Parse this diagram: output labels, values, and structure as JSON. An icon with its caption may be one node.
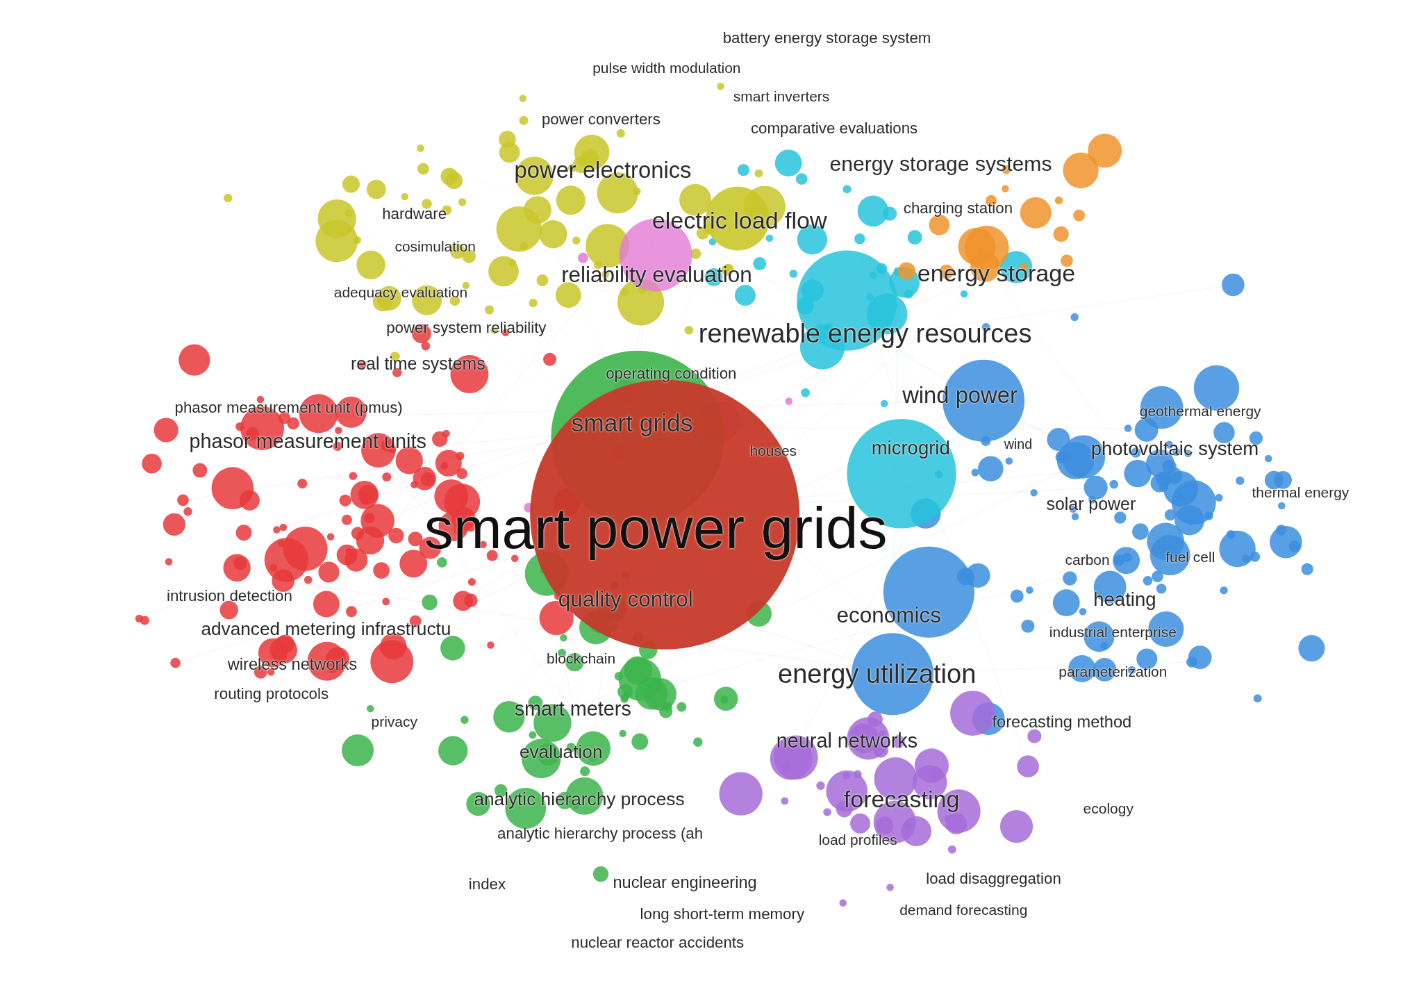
{
  "diagram": {
    "labels": [
      "battery energy storage system",
      "pulse width modulation",
      "smart inverters",
      "power converters",
      "comparative evaluations",
      "power electronics",
      "energy storage systems",
      "hardware",
      "electric load flow",
      "charging station",
      "cosimulation",
      "reliability evaluation",
      "energy storage",
      "adequacy evaluation",
      "power system reliability",
      "renewable energy resources",
      "real time systems",
      "operating condition",
      "wind power",
      "phasor measurement unit (pmus)",
      "geothermal energy",
      "smart grids",
      "phasor measurement units",
      "houses",
      "microgrid",
      "wind",
      "photovoltaic system",
      "thermal energy",
      "solar power",
      "smart power grids",
      "carbon",
      "fuel cell",
      "intrusion detection",
      "quality control",
      "heating",
      "economics",
      "advanced metering infrastructu",
      "industrial enterprise",
      "blockchain",
      "wireless networks",
      "energy utilization",
      "parameterization",
      "routing protocols",
      "smart meters",
      "privacy",
      "forecasting method",
      "neural networks",
      "evaluation",
      "analytic hierarchy process",
      "forecasting",
      "ecology",
      "analytic hierarchy process (ah",
      "load profiles",
      "index",
      "nuclear engineering",
      "load disaggregation",
      "long short-term memory",
      "demand forecasting",
      "nuclear reactor accidents"
    ]
  }
}
